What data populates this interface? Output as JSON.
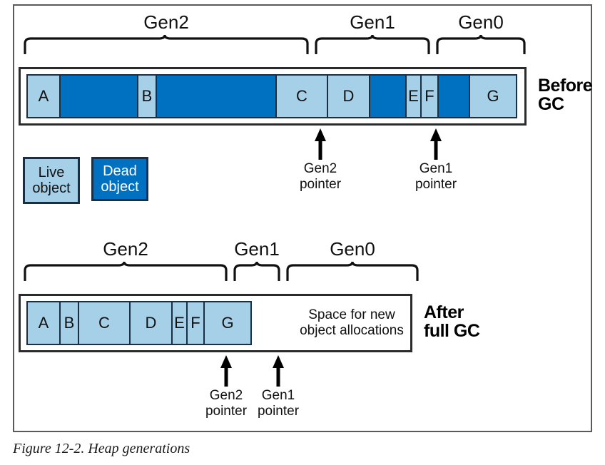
{
  "caption": "Figure 12-2. Heap generations",
  "colors": {
    "live": "#a6cfe8",
    "dead": "#0070c0",
    "block_border": "#1a2e44",
    "container_border": "#2b2b2b",
    "page_border": "#5a5a5a"
  },
  "before": {
    "side_label_line1": "Before",
    "side_label_line2": "GC",
    "generations": [
      {
        "label": "Gen2"
      },
      {
        "label": "Gen1"
      },
      {
        "label": "Gen0"
      }
    ],
    "blocks": [
      {
        "label": "A",
        "state": "live"
      },
      {
        "label": "",
        "state": "dead"
      },
      {
        "label": "B",
        "state": "live"
      },
      {
        "label": "",
        "state": "dead"
      },
      {
        "label": "C",
        "state": "live"
      },
      {
        "label": "D",
        "state": "live"
      },
      {
        "label": "",
        "state": "dead"
      },
      {
        "label": "E",
        "state": "live"
      },
      {
        "label": "F",
        "state": "live"
      },
      {
        "label": "",
        "state": "dead"
      },
      {
        "label": "G",
        "state": "live"
      }
    ],
    "pointers": [
      {
        "label_line1": "Gen2",
        "label_line2": "pointer"
      },
      {
        "label_line1": "Gen1",
        "label_line2": "pointer"
      }
    ]
  },
  "legend": [
    {
      "line1": "Live",
      "line2": "object",
      "state": "live"
    },
    {
      "line1": "Dead",
      "line2": "object",
      "state": "dead"
    }
  ],
  "after": {
    "side_label_line1": "After",
    "side_label_line2": "full GC",
    "generations": [
      {
        "label": "Gen2"
      },
      {
        "label": "Gen1"
      },
      {
        "label": "Gen0"
      }
    ],
    "blocks": [
      {
        "label": "A",
        "state": "live"
      },
      {
        "label": "B",
        "state": "live"
      },
      {
        "label": "C",
        "state": "live"
      },
      {
        "label": "D",
        "state": "live"
      },
      {
        "label": "E",
        "state": "live"
      },
      {
        "label": "F",
        "state": "live"
      },
      {
        "label": "G",
        "state": "live"
      }
    ],
    "free_space_line1": "Space for new",
    "free_space_line2": "object allocations",
    "pointers": [
      {
        "label_line1": "Gen2",
        "label_line2": "pointer"
      },
      {
        "label_line1": "Gen1",
        "label_line2": "pointer"
      }
    ]
  }
}
